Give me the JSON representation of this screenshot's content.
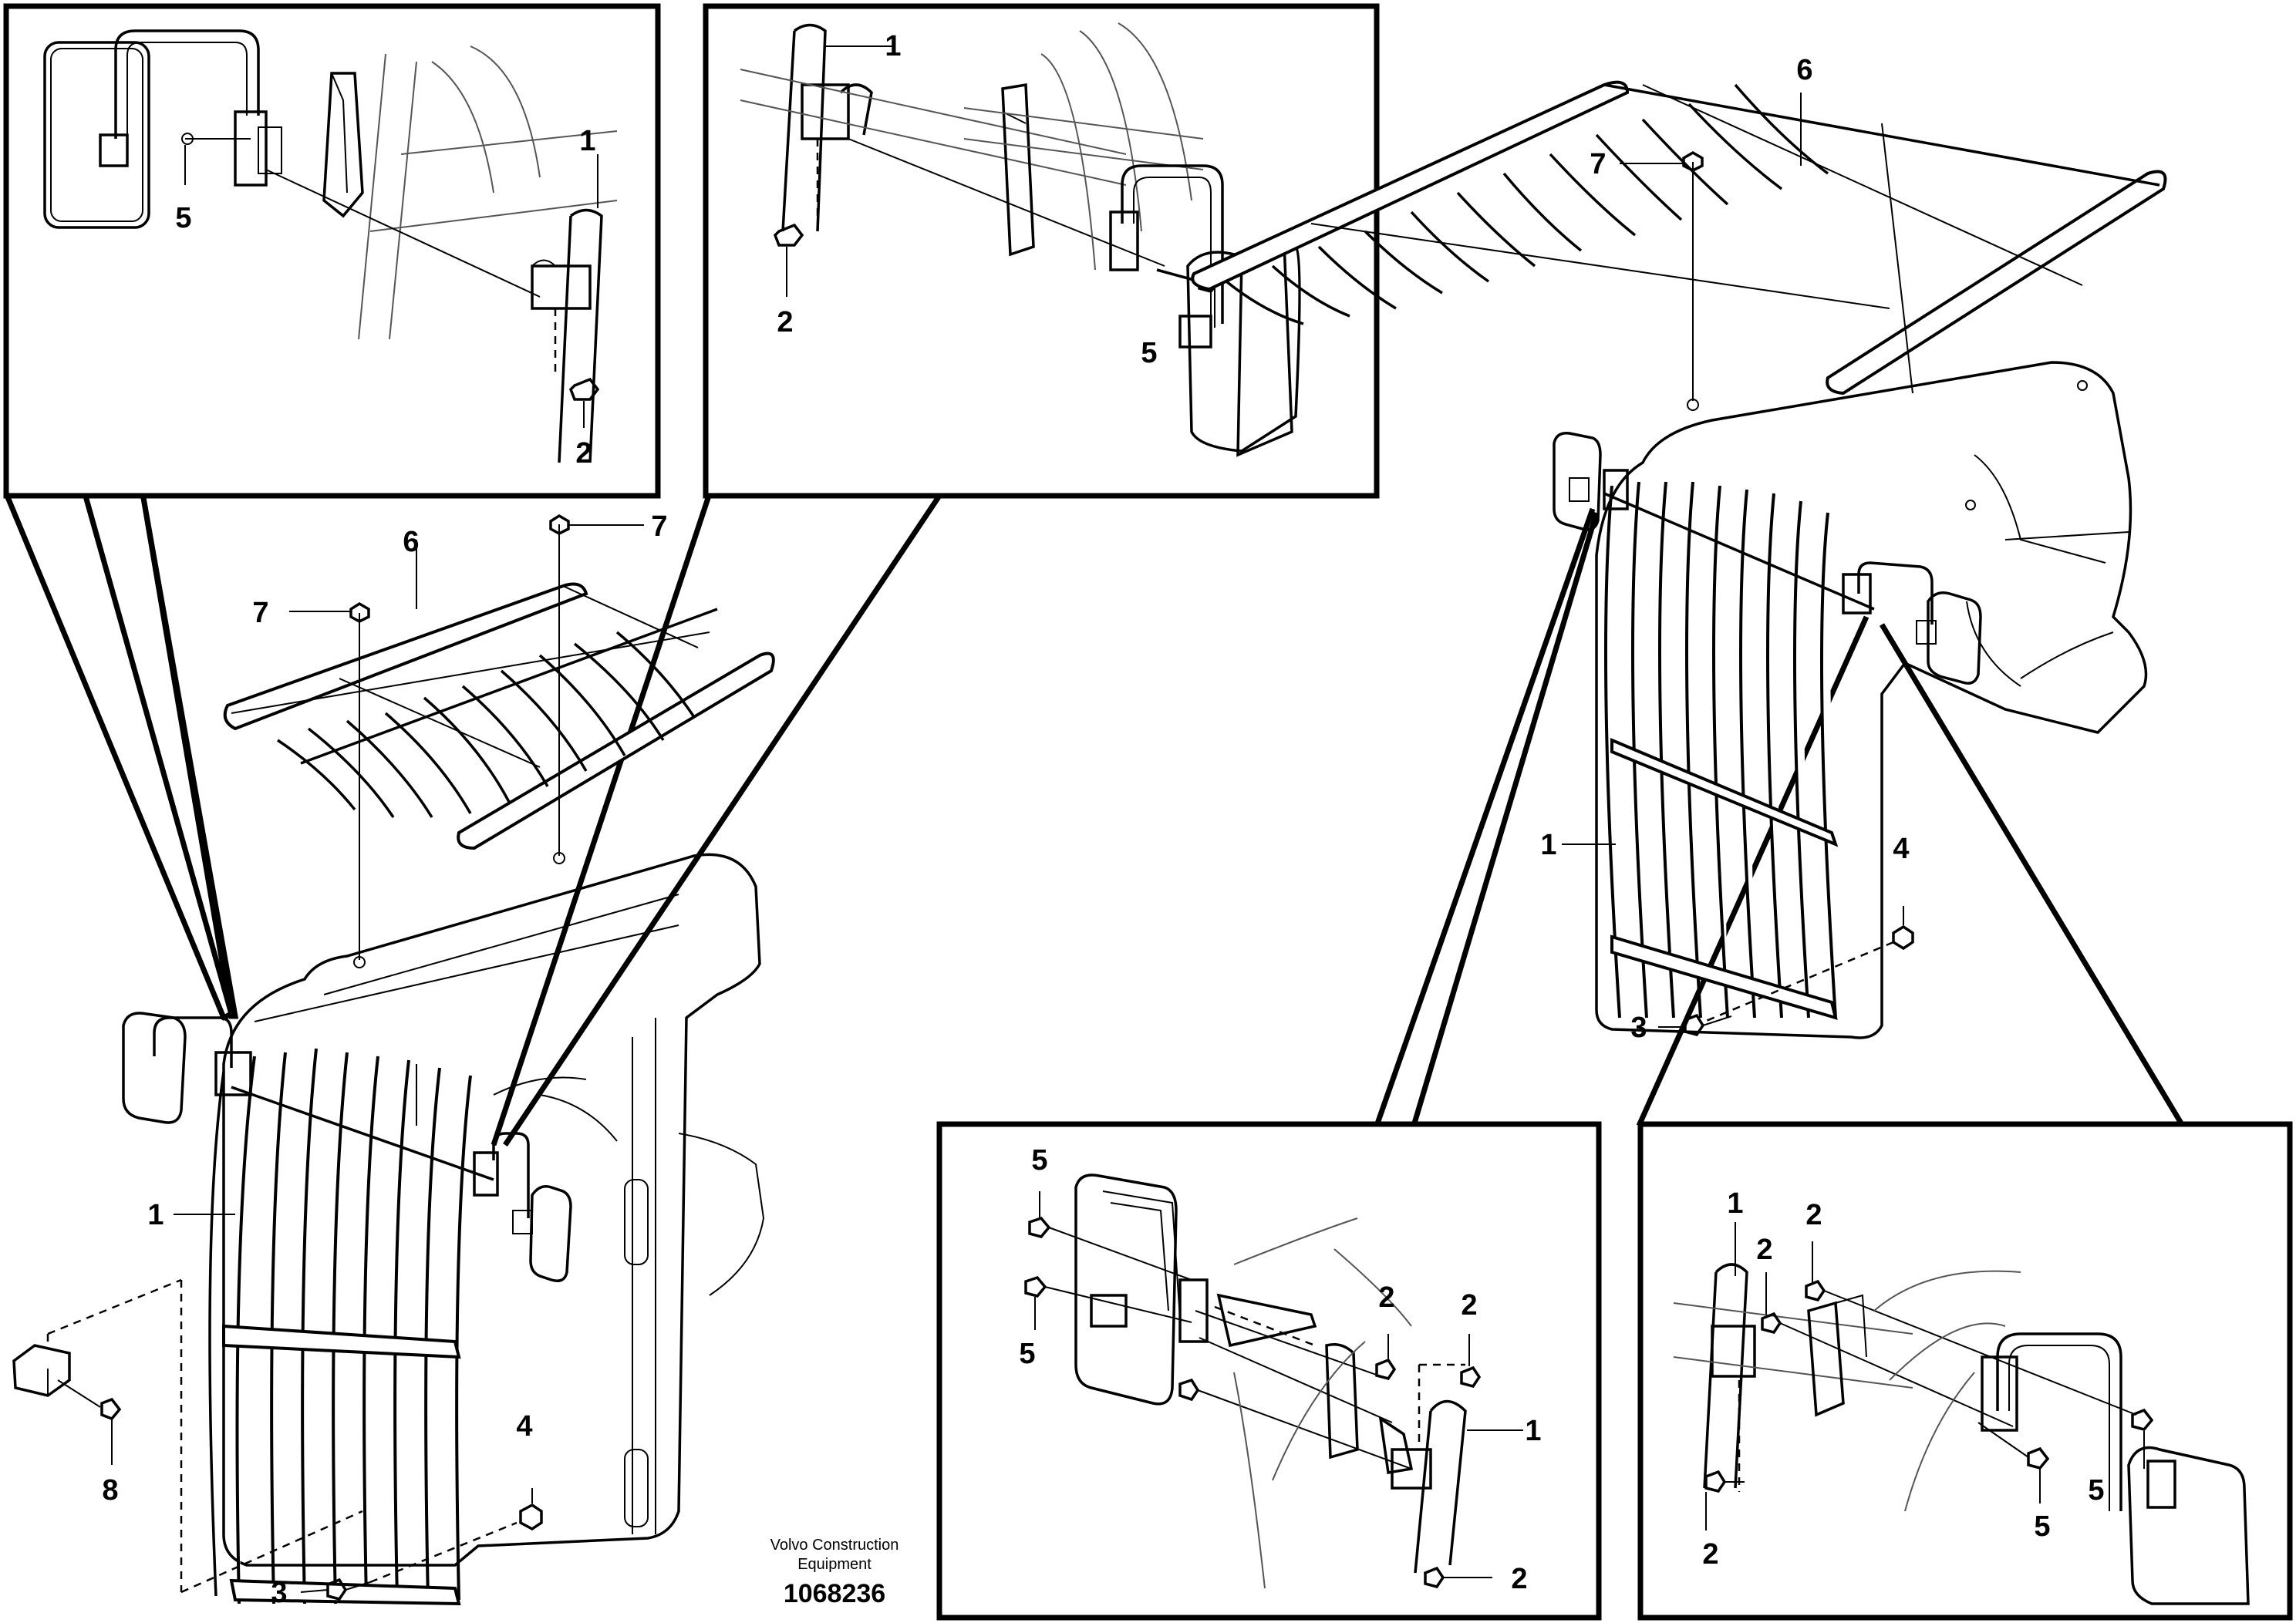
{
  "labels": {
    "part_1": "1",
    "part_2": "2",
    "part_3": "3",
    "part_4": "4",
    "part_5": "5",
    "part_6": "6",
    "part_7": "7",
    "part_8": "8"
  },
  "footer": {
    "credit_line1": "Volvo Construction",
    "credit_line2": "Equipment",
    "document_number": "1068236"
  }
}
